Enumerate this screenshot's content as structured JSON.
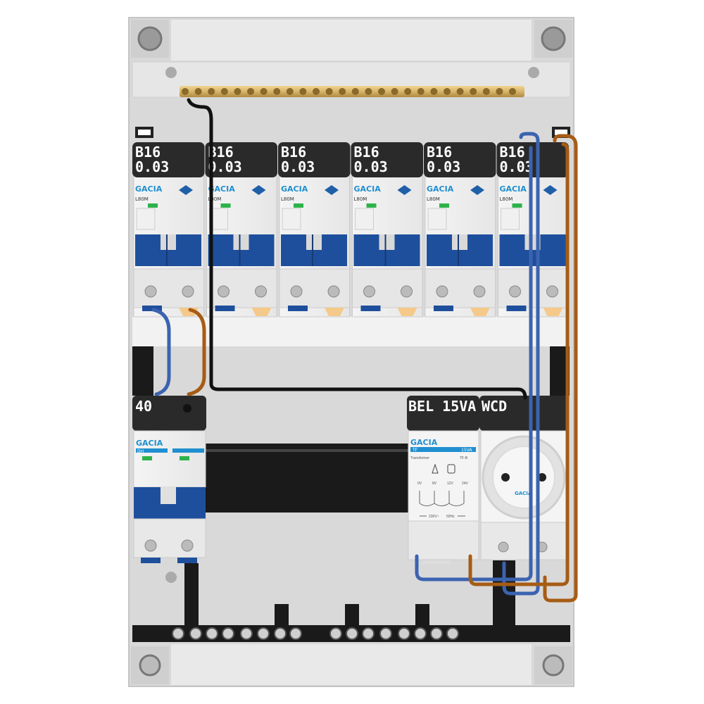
{
  "panel": {
    "brand": "GACIA",
    "colors": {
      "panel": "#e3e3e3",
      "label_bg": "#2a2a2a",
      "breaker_blue": "#1e4f9c",
      "brass": "#d6b46a",
      "wire_blue": "#3b63b0",
      "wire_brown": "#a65c15",
      "wire_black": "#111111",
      "rail": "#1a1a1a"
    }
  },
  "groups": [
    {
      "rating": "B16",
      "sensitivity": "0.03",
      "model": "L80M"
    },
    {
      "rating": "B16",
      "sensitivity": "0.03",
      "model": "L80M"
    },
    {
      "rating": "B16",
      "sensitivity": "0.03",
      "model": "L80M"
    },
    {
      "rating": "B16",
      "sensitivity": "0.03",
      "model": "L80M"
    },
    {
      "rating": "B16",
      "sensitivity": "0.03",
      "model": "L80M"
    },
    {
      "rating": "B16",
      "sensitivity": "0.03",
      "model": "L80M"
    }
  ],
  "main_switch": {
    "label": "40",
    "model": "DH"
  },
  "bell_transformer": {
    "label": "BEL 15VA",
    "type": "TF",
    "rating": "15VA",
    "caption": "Transformer",
    "code": "TF-B",
    "taps": [
      "0V",
      "8V",
      "12V",
      "24V"
    ],
    "primary": "230V~",
    "frequency": "50Hz"
  },
  "socket": {
    "label": "WCD"
  },
  "icons": [
    "screw-icon",
    "diamond-logo-icon",
    "bell-icon",
    "ce-mark-icon",
    "socket-icon"
  ]
}
